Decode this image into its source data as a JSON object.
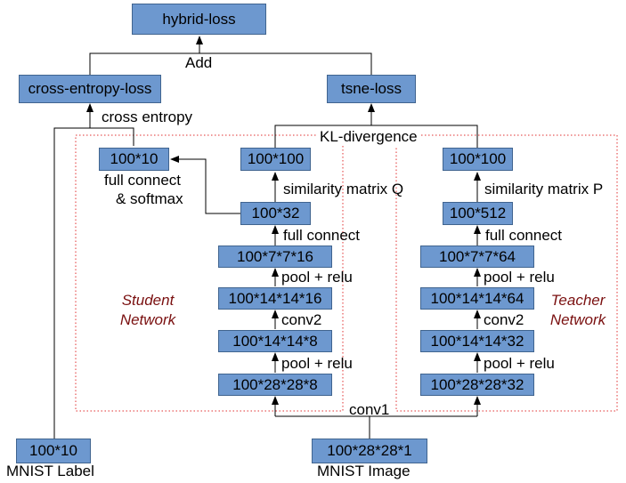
{
  "boxes": {
    "hybrid_loss": "hybrid-loss",
    "cross_entropy_loss": "cross-entropy-loss",
    "tsne_loss": "tsne-loss",
    "student_out10": "100*10",
    "student_out100": "100*100",
    "student_fc32": "100*32",
    "student_7716": "100*7*7*16",
    "student_141416": "100*14*14*16",
    "student_14148": "100*14*14*8",
    "student_28288": "100*28*28*8",
    "teacher_out100": "100*100",
    "teacher_fc512": "100*512",
    "teacher_7764": "100*7*7*64",
    "teacher_141464": "100*14*14*64",
    "teacher_141432": "100*14*14*32",
    "teacher_282832": "100*28*28*32",
    "label_input": "100*10",
    "image_input": "100*28*28*1"
  },
  "labels": {
    "add": "Add",
    "cross_entropy": "cross entropy",
    "kl_divergence": "KL-divergence",
    "full_connect_softmax_1": "full connect",
    "full_connect_softmax_2": "& softmax",
    "similarity_q": "similarity matrix Q",
    "similarity_p": "similarity matrix P",
    "student_full_connect": "full connect",
    "student_pool_relu_1": "pool + relu",
    "student_conv2": "conv2",
    "student_pool_relu_2": "pool + relu",
    "teacher_full_connect": "full connect",
    "teacher_pool_relu_1": "pool + relu",
    "teacher_conv2": "conv2",
    "teacher_pool_relu_2": "pool + relu",
    "conv1": "conv1",
    "mnist_label": "MNIST Label",
    "mnist_image": "MNIST Image",
    "student_network_1": "Student",
    "student_network_2": "Network",
    "teacher_network_1": "Teacher",
    "teacher_network_2": "Network"
  }
}
